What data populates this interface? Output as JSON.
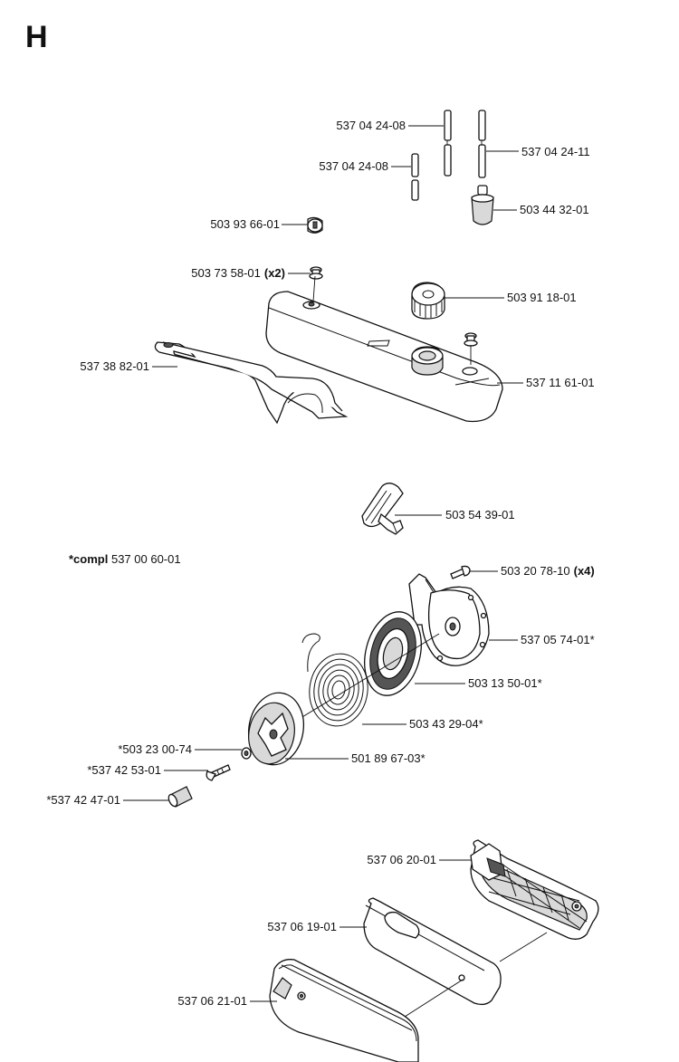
{
  "section": "H",
  "compl_note": {
    "prefix": "*compl",
    "number": "537 00 60-01"
  },
  "labels": {
    "pin_top": "537 04 24-08",
    "pin_mid": "537 04 24-08",
    "pin_right": "537 04 24-11",
    "filter_right": "503 44 32-01",
    "filter_small": "503 93 66-01",
    "grommet": "503 73 58-01",
    "grommet_qty": "(x2)",
    "fuel_cap": "503 91 18-01",
    "bracket": "537 38 82-01",
    "fuel_tank": "537 11 61-01",
    "handle": "503 54 39-01",
    "screw": "503 20 78-10",
    "screw_qty": "(x4)",
    "starter_housing": "537 05 74-01*",
    "spring_cassette": "503 13 50-01*",
    "spring": "503 43 29-04*",
    "pulley": "501 89 67-03*",
    "washer": "*503 23 00-74",
    "bolt": "*537 42 53-01",
    "sleeve": "*537 42 47-01",
    "cover_grid": "537 06 20-01",
    "cover_gasket": "537 06 19-01",
    "cover_outer": "537 06 21-01"
  }
}
